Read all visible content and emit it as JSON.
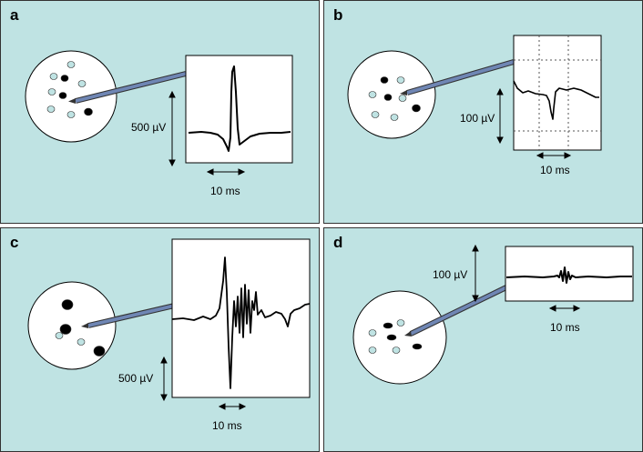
{
  "panels": [
    {
      "id": "a",
      "label": "a",
      "voltage": "500 µV",
      "time": "10 ms"
    },
    {
      "id": "b",
      "label": "b",
      "voltage": "100 µV",
      "time": "10 ms"
    },
    {
      "id": "c",
      "label": "c",
      "voltage": "500 µV",
      "time": "10 ms"
    },
    {
      "id": "d",
      "label": "d",
      "voltage": "100 µV",
      "time": "10 ms"
    }
  ],
  "colors": {
    "panel_bg": "#bfe3e3",
    "cell_light": "#bfe3e3",
    "cell_dark": "#000000",
    "electrode": "#6f86b4",
    "trace": "#000000",
    "grid_dotted": "#555555"
  }
}
